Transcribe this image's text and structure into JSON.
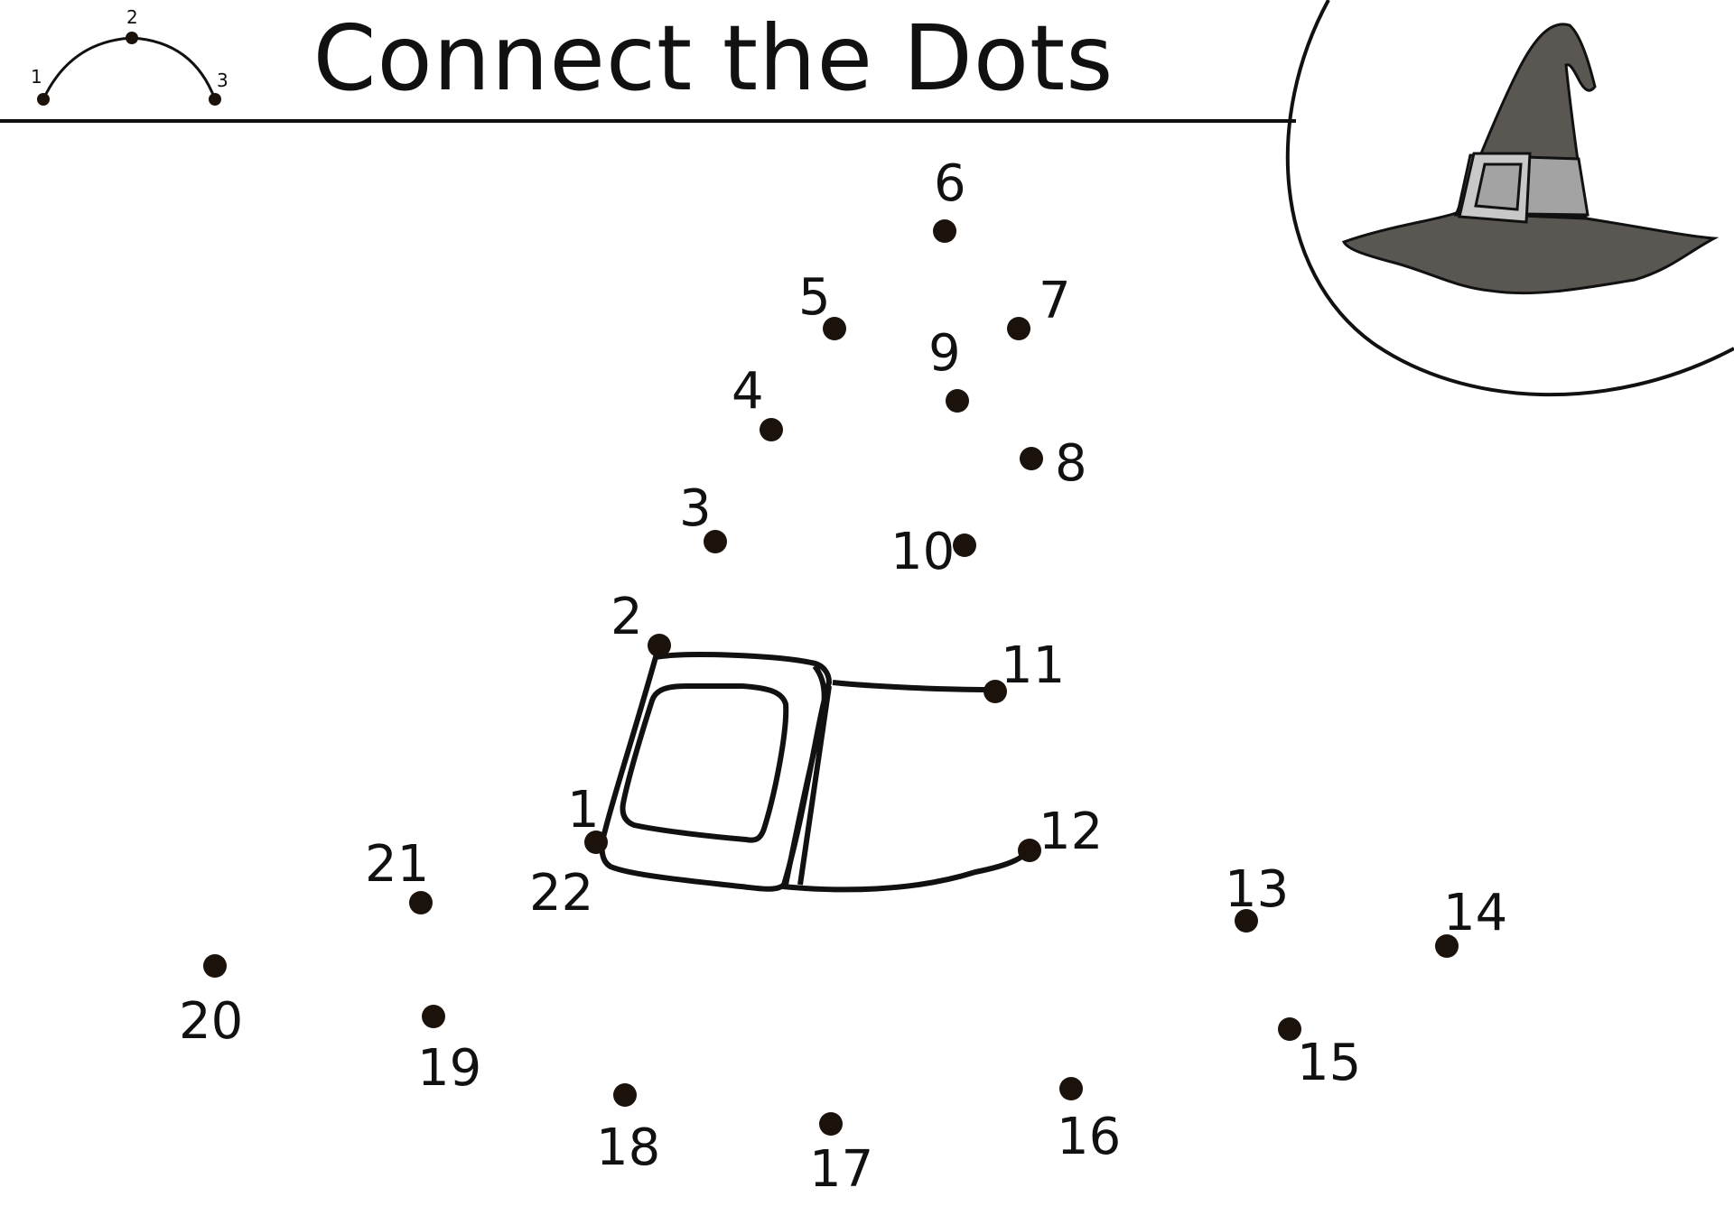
{
  "title": "Connect the Dots",
  "legend": {
    "labels": [
      "1",
      "2",
      "3"
    ]
  },
  "dots": [
    {
      "n": "1"
    },
    {
      "n": "2"
    },
    {
      "n": "3"
    },
    {
      "n": "4"
    },
    {
      "n": "5"
    },
    {
      "n": "6"
    },
    {
      "n": "7"
    },
    {
      "n": "8"
    },
    {
      "n": "9"
    },
    {
      "n": "10"
    },
    {
      "n": "11"
    },
    {
      "n": "12"
    },
    {
      "n": "13"
    },
    {
      "n": "14"
    },
    {
      "n": "15"
    },
    {
      "n": "16"
    },
    {
      "n": "17"
    },
    {
      "n": "18"
    },
    {
      "n": "19"
    },
    {
      "n": "20"
    },
    {
      "n": "21"
    },
    {
      "n": "22"
    }
  ],
  "colors": {
    "ink": "#111111",
    "dot": "#1c120c",
    "hat_dark": "#5a5753",
    "hat_band": "#a3a3a3",
    "buckle": "#c8c8c8"
  },
  "icons": {
    "example": "arc-example-icon",
    "preview": "witch-hat-icon"
  }
}
